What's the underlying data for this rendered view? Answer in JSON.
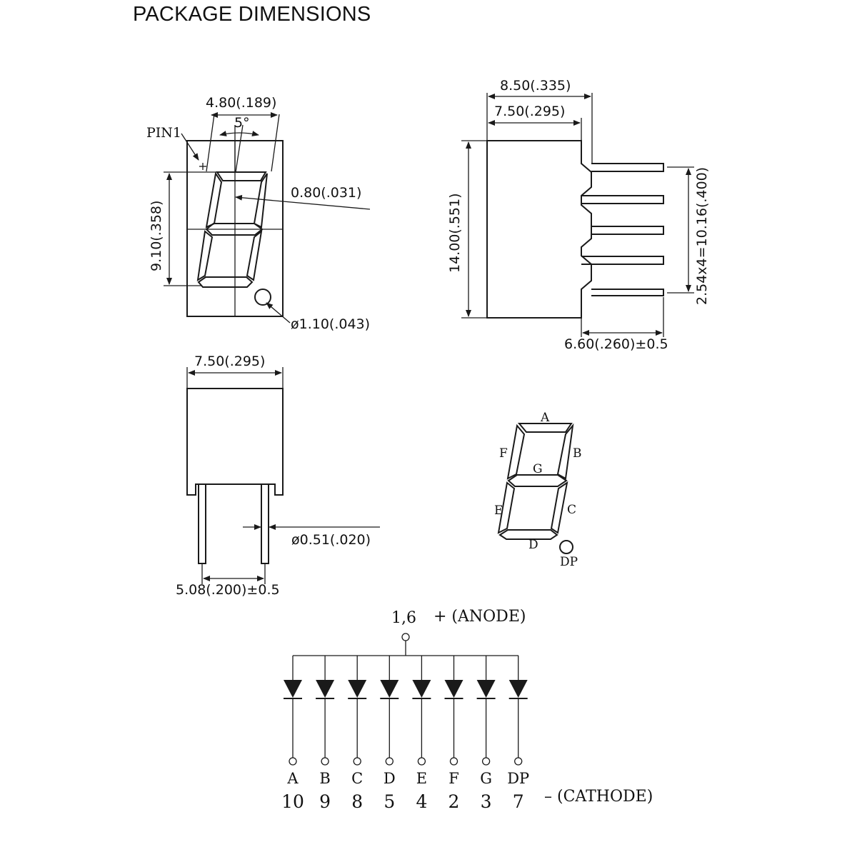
{
  "title": "PACKAGE DIMENSIONS",
  "front_view": {
    "pin1_label": "PIN1",
    "width_dim": "4.80(.189)",
    "angle_dim": "5°",
    "segment_width_dim": "0.80(.031)",
    "height_dim": "9.10(.358)",
    "dp_dim": "ø1.10(.043)"
  },
  "side_view": {
    "overall_width_dim": "8.50(.335)",
    "body_width_dim": "7.50(.295)",
    "height_dim": "14.00(.551)",
    "pitch_dim": "2.54x4=10.16(.400)",
    "pin_length_dim": "6.60(.260)±0.5"
  },
  "bottom_view": {
    "width_dim": "7.50(.295)",
    "pin_diameter_dim": "ø0.51(.020)",
    "pin_spacing_dim": "5.08(.200)±0.5"
  },
  "segment_map": {
    "a": "A",
    "b": "B",
    "c": "C",
    "d": "D",
    "e": "E",
    "f": "F",
    "g": "G",
    "dp": "DP"
  },
  "circuit": {
    "anode_pins": "1,6",
    "anode_label": "+ (ANODE)",
    "cathode_label": "– (CATHODE)",
    "diodes": [
      {
        "segment": "A",
        "pin": "10"
      },
      {
        "segment": "B",
        "pin": "9"
      },
      {
        "segment": "C",
        "pin": "8"
      },
      {
        "segment": "D",
        "pin": "5"
      },
      {
        "segment": "E",
        "pin": "4"
      },
      {
        "segment": "F",
        "pin": "2"
      },
      {
        "segment": "G",
        "pin": "3"
      },
      {
        "segment": "DP",
        "pin": "7"
      }
    ]
  }
}
